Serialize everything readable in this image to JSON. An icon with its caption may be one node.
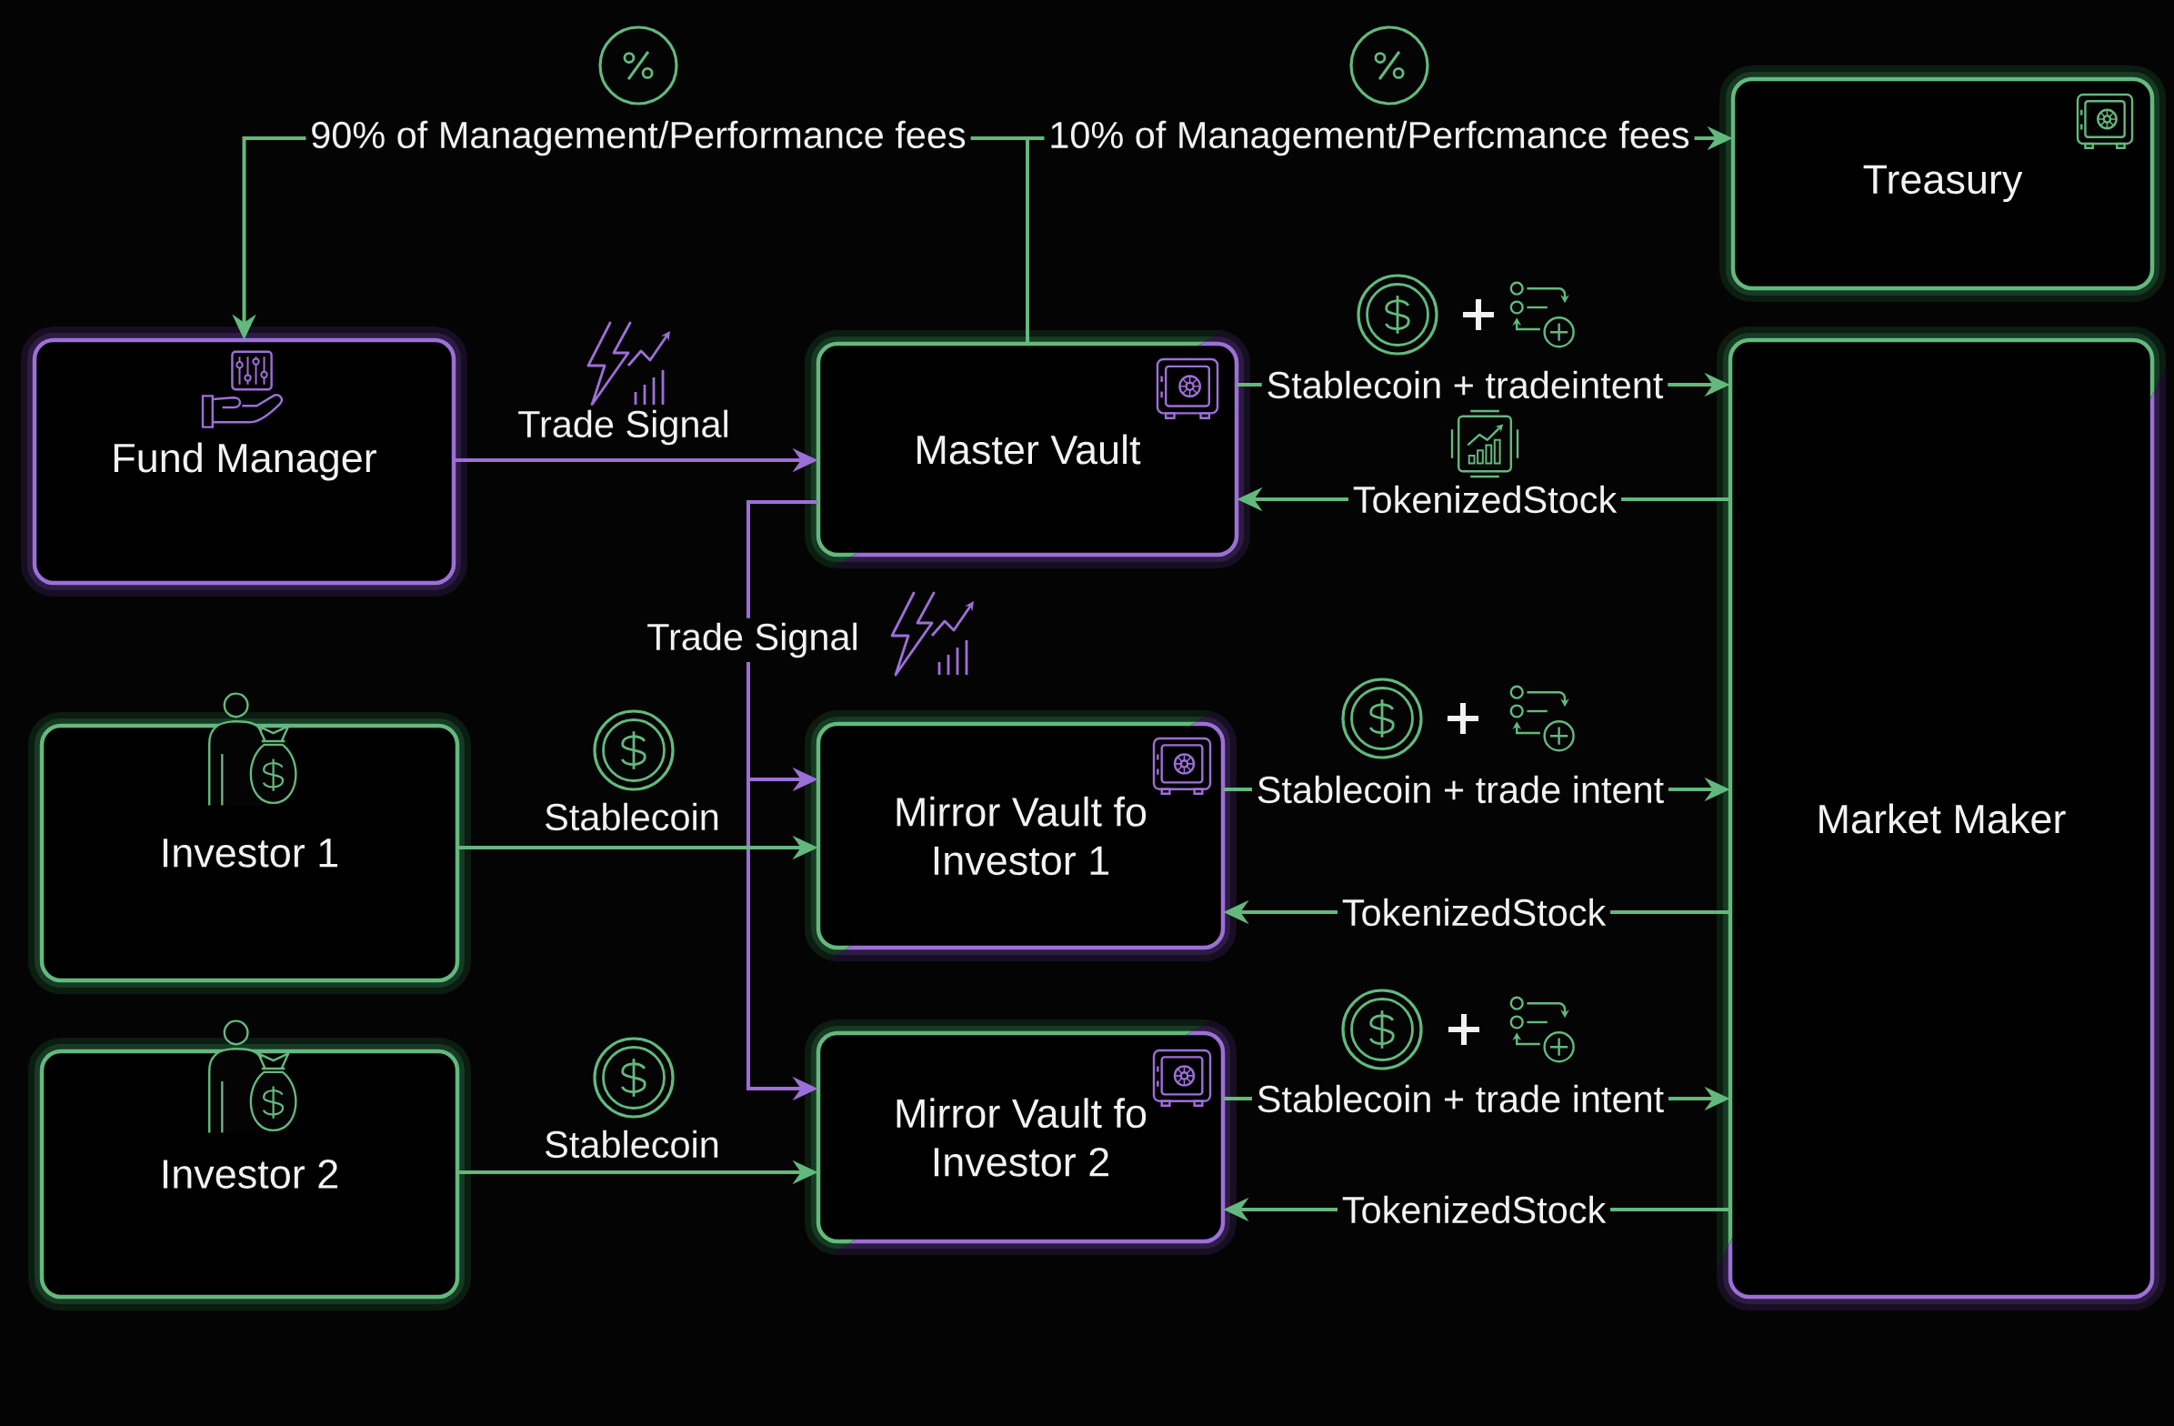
{
  "diagram": {
    "nodes": [
      {
        "text": [
          "Fund Manager"
        ]
      },
      {
        "text": [
          "Master Vault"
        ]
      },
      {
        "text": [
          "Treasury"
        ]
      },
      {
        "text": [
          "Investor 1"
        ]
      },
      {
        "text": [
          "Mirror Vault fo Investor 1"
        ]
      },
      {
        "text": [
          "Investor 2"
        ]
      },
      {
        "text": [
          "Mirror Vault fo Investor 2"
        ]
      },
      {
        "text": [
          "Market Maker"
        ]
      }
    ],
    "edges": [
      {
        "from": 1,
        "to": 0,
        "arrow": "to",
        "label": "90% of Management/Performance fees"
      },
      {
        "from": 1,
        "to": 2,
        "arrow": "to",
        "label": "10% of Management/Perfcmance fees"
      },
      {
        "from": 0,
        "to": 1,
        "arrow": "to",
        "label": "Trade Signal",
        "color": "#9d6fd8"
      },
      {
        "from": 1,
        "to": 4,
        "arrow": "to",
        "label": "Trade Signal",
        "color": "#9d6fd8"
      },
      {
        "from": 1,
        "to": 6,
        "arrow": "to",
        "color": "#9d6fd8"
      },
      {
        "from": 3,
        "to": 4,
        "arrow": "to",
        "label": "Stablecoin"
      },
      {
        "from": 5,
        "to": 6,
        "arrow": "to",
        "label": "Stablecoin"
      },
      {
        "from": 1,
        "to": 7,
        "arrow": "to",
        "label": "Stablecoin + tradeintent"
      },
      {
        "from": 7,
        "to": 1,
        "arrow": "to",
        "label": "TokenizedStock"
      },
      {
        "from": 4,
        "to": 7,
        "arrow": "to",
        "label": "Stablecoin + trade intent"
      },
      {
        "from": 7,
        "to": 4,
        "arrow": "to",
        "label": "TokenizedStock"
      },
      {
        "from": 6,
        "to": 7,
        "arrow": "to",
        "label": "Stablecoin + trade intent"
      },
      {
        "from": 7,
        "to": 6,
        "arrow": "to",
        "label": "TokenizedStock"
      }
    ]
  }
}
